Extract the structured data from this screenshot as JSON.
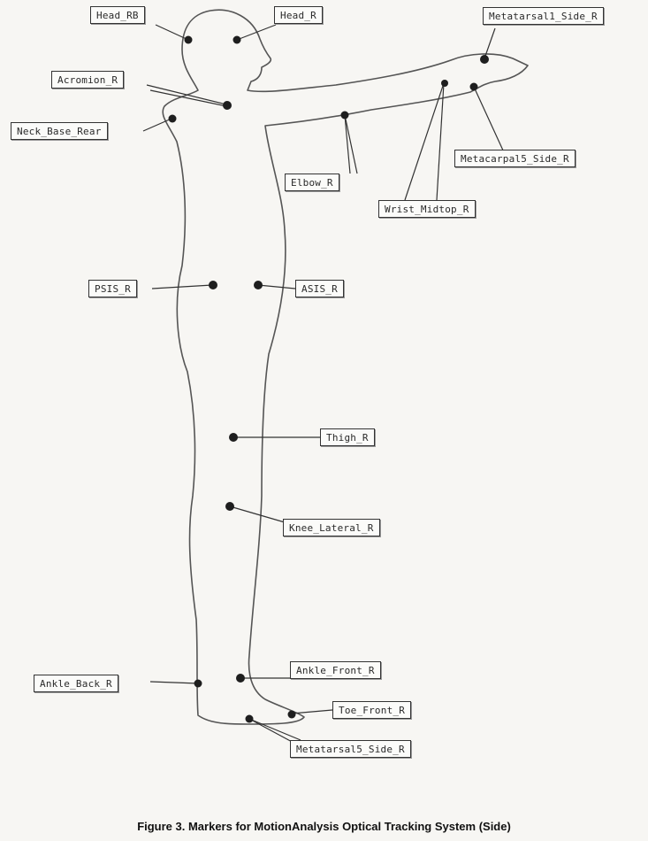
{
  "labels": {
    "head_rb": "Head_RB",
    "head_r": "Head_R",
    "metatarsal1_side_r": "Metatarsal1_Side_R",
    "acromion_r": "Acromion_R",
    "neck_base_rear": "Neck_Base_Rear",
    "metacarpal5_side_r": "Metacarpal5_Side_R",
    "elbow_r": "Elbow_R",
    "wrist_midtop_r": "Wrist_Midtop_R",
    "psis_r": "PSIS_R",
    "asis_r": "ASIS_R",
    "thigh_r": "Thigh_R",
    "knee_lateral_r": "Knee_Lateral_R",
    "ankle_front_r": "Ankle_Front_R",
    "ankle_back_r": "Ankle_Back_R",
    "toe_front_r": "Toe_Front_R",
    "metatarsal5_side_r": "Metatarsal5_Side_R"
  },
  "caption": "Figure 3. Markers for MotionAnalysis Optical Tracking System (Side)",
  "colors": {
    "ink": "#2a2a2a",
    "marker": "#1e1e1e",
    "paper": "#f7f6f3"
  }
}
